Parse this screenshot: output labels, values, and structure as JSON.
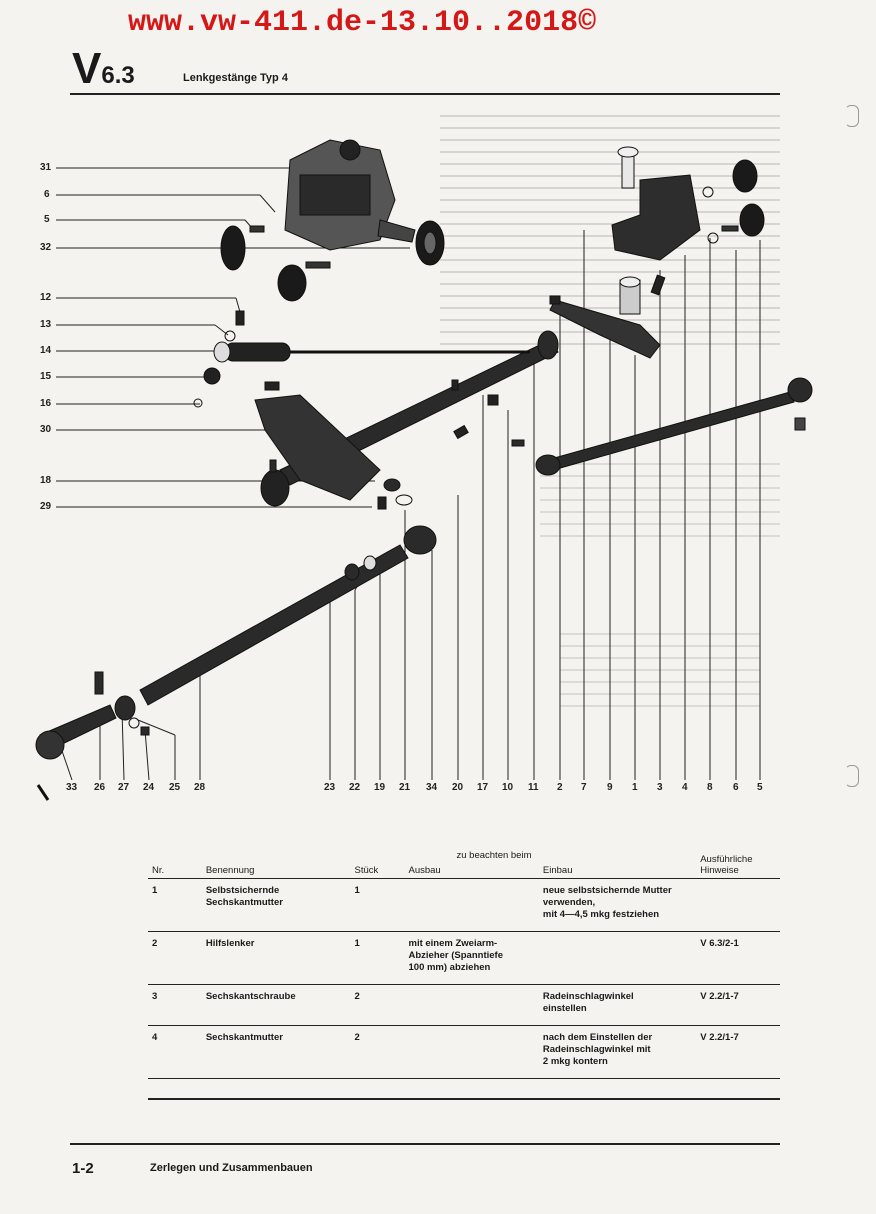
{
  "watermark": "www.vw-411.de-13.10..2018©",
  "header": {
    "section_main": "V",
    "section_sub": "6.3",
    "title": "Lenkgestänge Typ 4"
  },
  "callouts": {
    "left": [
      "31",
      "6",
      "5",
      "32",
      "12",
      "13",
      "14",
      "15",
      "16",
      "30",
      "18",
      "29"
    ],
    "bottom": [
      "33",
      "26",
      "27",
      "24",
      "25",
      "28",
      "23",
      "22",
      "19",
      "21",
      "34",
      "20",
      "17",
      "10",
      "11",
      "2",
      "7",
      "9",
      "1",
      "3",
      "4",
      "8",
      "6",
      "5"
    ]
  },
  "table": {
    "headers": {
      "nr": "Nr.",
      "benennung": "Benennung",
      "stueck": "Stück",
      "zu_beachten": "zu beachten beim",
      "ausbau": "Ausbau",
      "einbau": "Einbau",
      "hinweise_1": "Ausführliche",
      "hinweise_2": "Hinweise"
    },
    "rows": [
      {
        "nr": "1",
        "benennung_1": "Selbstsichernde",
        "benennung_2": "Sechskantmutter",
        "stueck": "1",
        "ausbau_1": "",
        "ausbau_2": "",
        "ausbau_3": "",
        "einbau_1": "neue selbstsichernde Mutter",
        "einbau_2": "verwenden,",
        "einbau_3": "mit 4—4,5 mkg festziehen",
        "hinweise": ""
      },
      {
        "nr": "2",
        "benennung_1": "Hilfslenker",
        "benennung_2": "",
        "stueck": "1",
        "ausbau_1": "mit einem Zweiarm-",
        "ausbau_2": "Abzieher (Spanntiefe",
        "ausbau_3": "100 mm) abziehen",
        "einbau_1": "",
        "einbau_2": "",
        "einbau_3": "",
        "hinweise": "V 6.3/2-1"
      },
      {
        "nr": "3",
        "benennung_1": "Sechskantschraube",
        "benennung_2": "",
        "stueck": "2",
        "ausbau_1": "",
        "ausbau_2": "",
        "ausbau_3": "",
        "einbau_1": "Radeinschlagwinkel",
        "einbau_2": "einstellen",
        "einbau_3": "",
        "hinweise": "V 2.2/1-7"
      },
      {
        "nr": "4",
        "benennung_1": "Sechskantmutter",
        "benennung_2": "",
        "stueck": "2",
        "ausbau_1": "",
        "ausbau_2": "",
        "ausbau_3": "",
        "einbau_1": "nach dem Einstellen der",
        "einbau_2": "Radeinschlagwinkel mit",
        "einbau_3": "2 mkg kontern",
        "hinweise": "V 2.2/1-7"
      }
    ]
  },
  "footer": {
    "page": "1-2",
    "title": "Zerlegen und Zusammenbauen"
  }
}
